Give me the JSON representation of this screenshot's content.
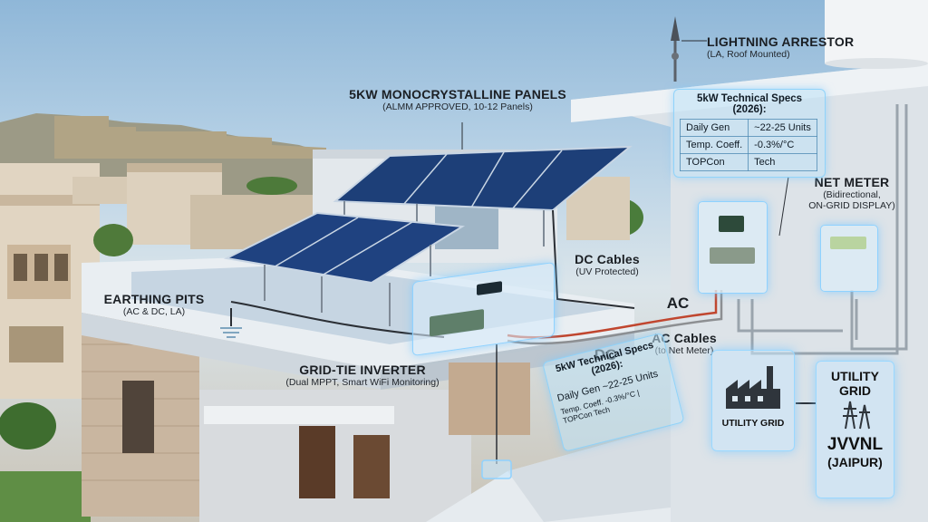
{
  "labels": {
    "lightning_arrestor": {
      "title": "LIGHTNING ARRESTOR",
      "sub": "(LA, Roof Mounted)"
    },
    "panels": {
      "title": "5kW MONOCRYSTALLINE PANELS",
      "sub": "(ALMM APPROVED, 10-12 Panels)"
    },
    "net_meter": {
      "title": "NET METER",
      "sub1": "(Bidirectional,",
      "sub2": "ON-GRID DISPLAY)"
    },
    "dc_cables": {
      "title": "DC Cables",
      "sub": "(UV Protected)"
    },
    "earthing_pits": {
      "title": "EARTHING PITS",
      "sub": "(AC & DC, LA)"
    },
    "ac_flow": "AC",
    "dc_flow": "DC",
    "ac_cables": {
      "title": "AC Cables",
      "sub": "(to Net Meter)"
    },
    "inverter": {
      "title": "GRID-TIE INVERTER",
      "sub": "(Dual MPPT, Smart WiFi Monitoring)"
    },
    "utility_grid_icon_label": "UTILITY GRID",
    "utility_grid": {
      "title1": "UTILITY",
      "title2": "GRID",
      "brand1": "JVVNL",
      "brand2": "(JAIPUR)"
    }
  },
  "spec_card": {
    "title": "5kW Technical Specs (2026):",
    "rows": [
      {
        "k": "Daily Gen",
        "v": "~22-25 Units"
      },
      {
        "k": "Temp. Coeff.",
        "v": "-0.3%/°C"
      },
      {
        "k": "TOPCon",
        "v": "Tech"
      }
    ]
  },
  "spec_card_front": {
    "title": "5kW Technical Specs (2026):",
    "line1": "Daily Gen ~22-25 Units",
    "line2": "Temp. Coeff. -0.3%/°C | TOPCon Tech"
  },
  "colors": {
    "glow": "#8fd2ff",
    "sky": "#a9c8e0",
    "panel": "#1d3f78",
    "ac_wire": "#c0462f"
  }
}
